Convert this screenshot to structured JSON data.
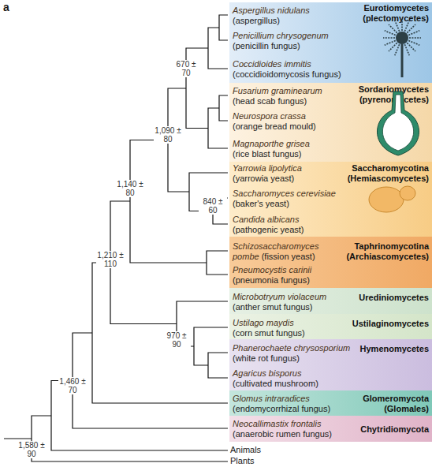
{
  "diagram": {
    "nodes": [
      {
        "text": [
          "Eurotiomycetes (plectomycetes)",
          "Aspergillus nidulans",
          "(aspergillus)",
          "Penicillium chrysogenum",
          "(penicillin fungus)",
          "Coccidioides immitis",
          "(coccidioidomycosis fungus)"
        ]
      },
      {
        "text": [
          "Sordariomycetes (pyrenomycetes)",
          "Fusarium graminearum",
          "(head scab fungus)",
          "Neurospora crassa",
          "(orange bread mould)",
          "Magnaporthe grisea",
          "(rice blast fungus)"
        ]
      },
      {
        "text": [
          "Saccharomycotina (Hemiascomycetes)",
          "Yarrowia lipolytica",
          "(yarrowia yeast)",
          "Saccharomyces cerevisiae",
          "(baker's yeast)",
          "Candida albicans",
          "(pathogenic yeast)"
        ]
      },
      {
        "text": [
          "Taphrinomycotina (Archiascomycetes)",
          "Schizosaccharomyces pombe",
          "(fission yeast)",
          "Pneumocystis carinii",
          "(pneumonia fungus)"
        ]
      },
      {
        "text": [
          "Urediniomycetes",
          "Microbotryum violaceum",
          "(anther smut fungus)"
        ]
      },
      {
        "text": [
          "Ustilaginomycetes",
          "Ustilago maydis",
          "(corn smut fungus)"
        ]
      },
      {
        "text": [
          "Hymenomycetes",
          "Phanerochaete chrysosporium",
          "(white rot fungus)",
          "Agaricus bisporus",
          "(cultivated mushroom)"
        ]
      },
      {
        "text": [
          "Glomeromycota (Glomales)",
          "Glomus intraradices",
          "(endomycorrhizal fungus)"
        ]
      },
      {
        "text": [
          "Chytridiomycota",
          "Neocallimastix frontalis",
          "(anaerobic rumen fungus)"
        ]
      }
    ],
    "labels": [
      "a",
      "670 ± 70",
      "1,090 ± 80",
      "840 ± 60",
      "1,140 ± 80",
      "1,210 ± 110",
      "970 ± 90",
      "1,460 ± 70",
      "1,580 ± 90",
      "Animals",
      "Plants"
    ]
  }
}
